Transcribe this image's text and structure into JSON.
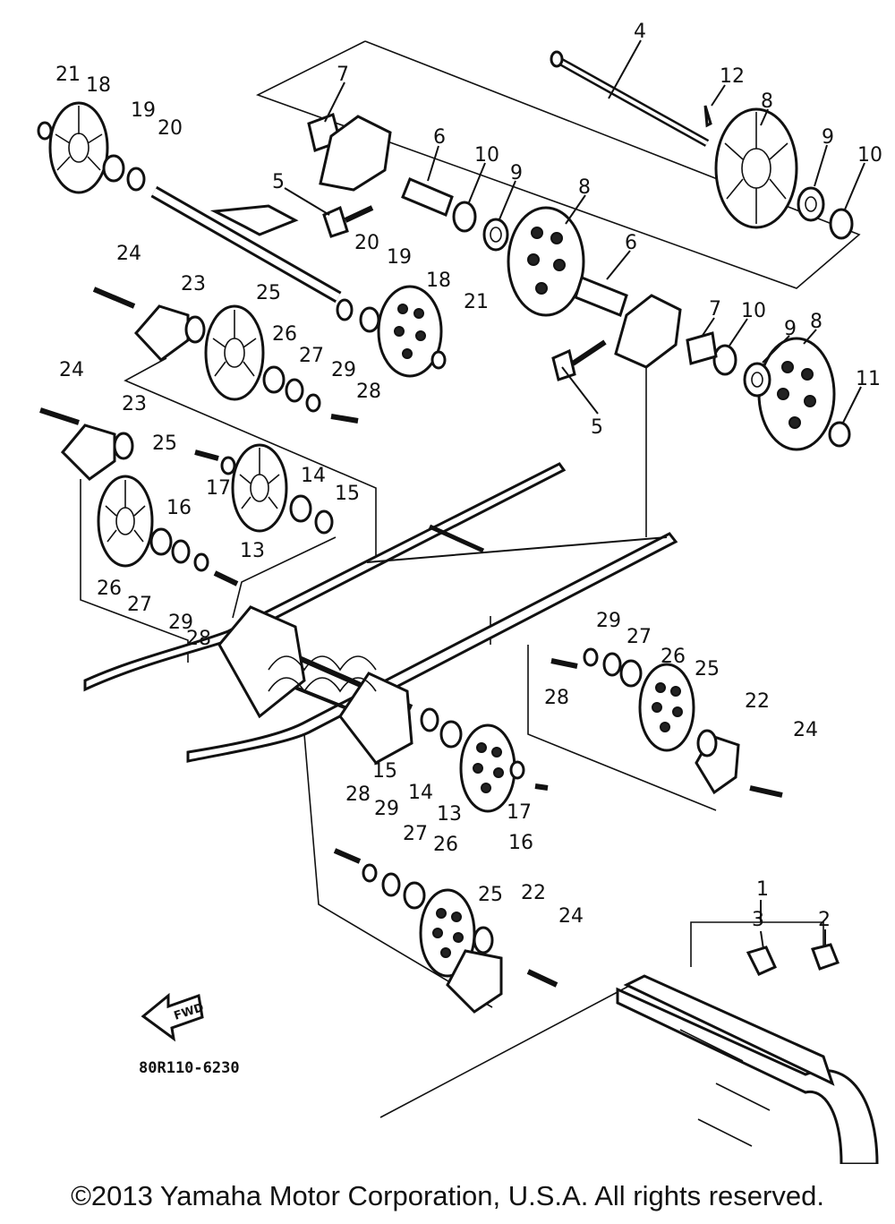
{
  "callouts": [
    "1",
    "2",
    "3",
    "4",
    "5",
    "5",
    "6",
    "6",
    "7",
    "7",
    "8",
    "8",
    "8",
    "9",
    "9",
    "9",
    "10",
    "10",
    "10",
    "11",
    "12",
    "13",
    "13",
    "14",
    "14",
    "15",
    "15",
    "16",
    "16",
    "17",
    "17",
    "18",
    "18",
    "19",
    "19",
    "20",
    "20",
    "21",
    "21",
    "22",
    "22",
    "23",
    "23",
    "24",
    "24",
    "24",
    "24",
    "25",
    "25",
    "25",
    "25",
    "26",
    "26",
    "26",
    "26",
    "27",
    "27",
    "27",
    "27",
    "28",
    "28",
    "28",
    "28",
    "29",
    "29",
    "29",
    "29"
  ],
  "diagram_code": "80R110-6230",
  "fwd_label": "FWD",
  "copyright": "©2013 Yamaha Motor Corporation, U.S.A. All rights reserved."
}
